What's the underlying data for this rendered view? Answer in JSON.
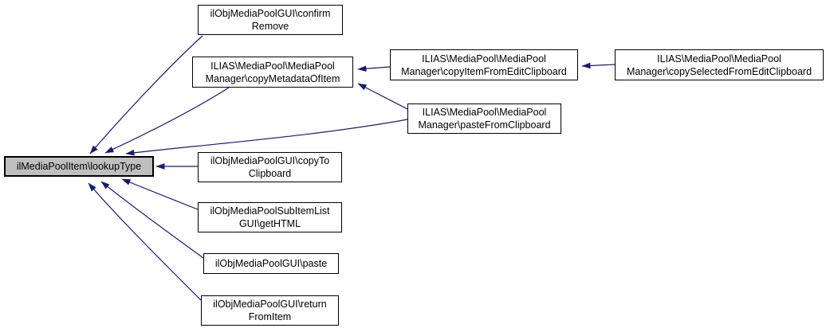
{
  "diagram": {
    "kind": "caller-graph",
    "colors": {
      "edge": "#191970",
      "node_border": "#000000",
      "node_fill": "#ffffff",
      "highlight_fill": "#bfbfbf",
      "text": "#000000"
    },
    "nodes": {
      "lookup_type": {
        "lines": [
          "ilMediaPoolItem\\lookupType"
        ]
      },
      "confirm_remove": {
        "lines": [
          "ilObjMediaPoolGUI\\confirm",
          "Remove"
        ]
      },
      "copy_metadata_of_item": {
        "lines": [
          "ILIAS\\MediaPool\\MediaPool",
          "Manager\\copyMetadataOfItem"
        ]
      },
      "copy_item_from_edit_clipboard": {
        "lines": [
          "ILIAS\\MediaPool\\MediaPool",
          "Manager\\copyItemFromEditClipboard"
        ]
      },
      "copy_selected_from_edit_clipboard": {
        "lines": [
          "ILIAS\\MediaPool\\MediaPool",
          "Manager\\copySelectedFromEditClipboard"
        ]
      },
      "paste_from_clipboard": {
        "lines": [
          "ILIAS\\MediaPool\\MediaPool",
          "Manager\\pasteFromClipboard"
        ]
      },
      "copy_to_clipboard": {
        "lines": [
          "ilObjMediaPoolGUI\\copyTo",
          "Clipboard"
        ]
      },
      "get_html": {
        "lines": [
          "ilObjMediaPoolSubItemList",
          "GUI\\getHTML"
        ]
      },
      "paste": {
        "lines": [
          "ilObjMediaPoolGUI\\paste"
        ]
      },
      "return_from_item": {
        "lines": [
          "ilObjMediaPoolGUI\\return",
          "FromItem"
        ]
      }
    },
    "edges": [
      "confirm_remove -> lookup_type",
      "copy_metadata_of_item -> lookup_type",
      "paste_from_clipboard -> lookup_type",
      "copy_to_clipboard -> lookup_type",
      "get_html -> lookup_type",
      "paste -> lookup_type",
      "return_from_item -> lookup_type",
      "copy_item_from_edit_clipboard -> copy_metadata_of_item",
      "paste_from_clipboard -> copy_metadata_of_item",
      "copy_selected_from_edit_clipboard -> copy_item_from_edit_clipboard"
    ]
  }
}
